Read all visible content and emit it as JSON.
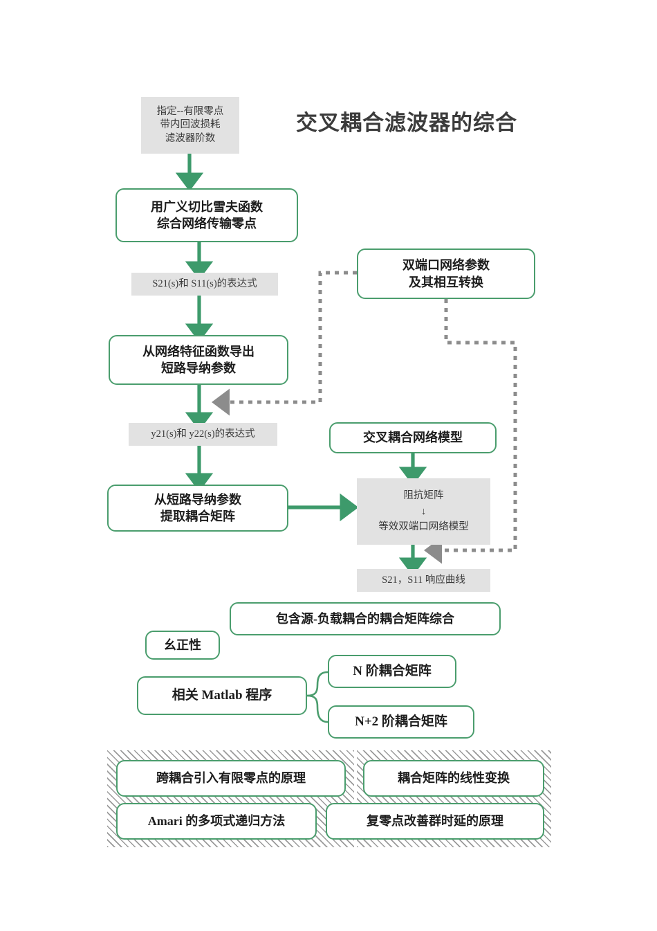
{
  "title": "交叉耦合滤波器的综合",
  "colors": {
    "green": "#4a9d6d",
    "arrow_green": "#3d9a6b",
    "gray_fill": "#e2e2e2",
    "dotted_gray": "#8c8c8c",
    "text": "#1d1d1d",
    "hatch": "#9a9a9a"
  },
  "nodes": {
    "spec": {
      "lines": [
        "指定--有限零点",
        "带内回波损耗",
        "滤波器阶数"
      ]
    },
    "chebyshev": {
      "lines": [
        "用广义切比雪夫函数",
        "综合网络传输零点"
      ]
    },
    "s_expr": {
      "label": "S21(s)和 S11(s)的表达式"
    },
    "derive_y": {
      "lines": [
        "从网络特征函数导出",
        "短路导纳参数"
      ]
    },
    "y_expr": {
      "label": "y21(s)和 y22(s)的表达式"
    },
    "extract_m": {
      "lines": [
        "从短路导纳参数",
        "提取耦合矩阵"
      ]
    },
    "two_port": {
      "lines": [
        "双端口网络参数",
        "及其相互转换"
      ]
    },
    "cross_model": {
      "label": "交叉耦合网络模型"
    },
    "impedance": {
      "lines": [
        "阻抗矩阵",
        "↓",
        "等效双端口网络模型"
      ]
    },
    "response": {
      "label": "S21，S11 响应曲线"
    },
    "source_load": {
      "label": "包含源-负载耦合的耦合矩阵综合"
    },
    "unitary": {
      "label": "幺正性"
    },
    "matlab": {
      "label": "相关 Matlab 程序"
    },
    "mat_n": {
      "label": "N 阶耦合矩阵"
    },
    "mat_n2": {
      "label": "N+2 阶耦合矩阵"
    }
  },
  "bottom_panel": {
    "items": [
      {
        "label": "跨耦合引入有限零点的原理"
      },
      {
        "label": "耦合矩阵的线性变换"
      },
      {
        "label": "Amari 的多项式递归方法"
      },
      {
        "label": "复零点改善群时延的原理"
      }
    ]
  }
}
